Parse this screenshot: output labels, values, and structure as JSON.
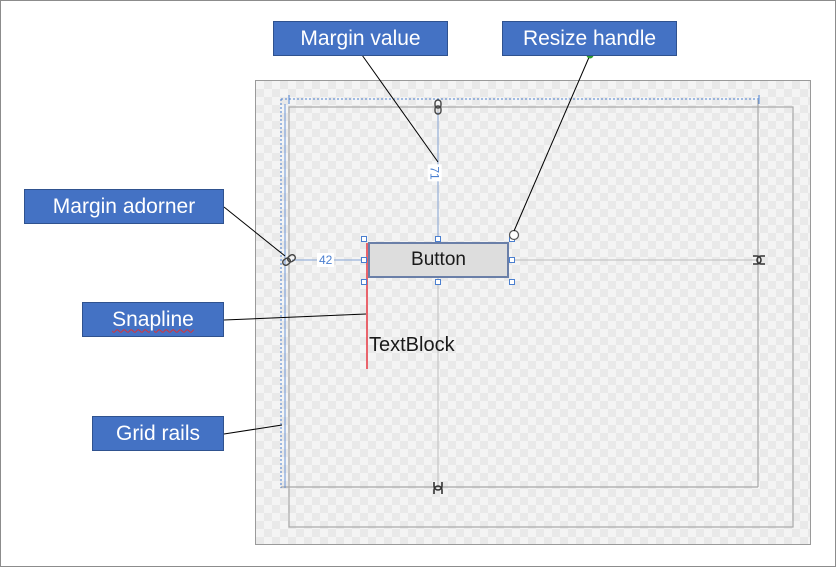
{
  "callouts": {
    "margin_value": "Margin value",
    "resize_handle": "Resize handle",
    "margin_adorner": "Margin adorner",
    "snapline": "Snapline",
    "grid_rails": "Grid rails"
  },
  "designer": {
    "button_label": "Button",
    "textblock_label": "TextBlock",
    "margin_left_value": "42",
    "margin_top_value": "71"
  },
  "colors": {
    "callout_fill": "#4472c4",
    "snapline": "#e8404a",
    "handle": "#4a7fd0",
    "leader_tip": "#2e9a2e"
  },
  "icons": [
    "chain-link-icon"
  ]
}
